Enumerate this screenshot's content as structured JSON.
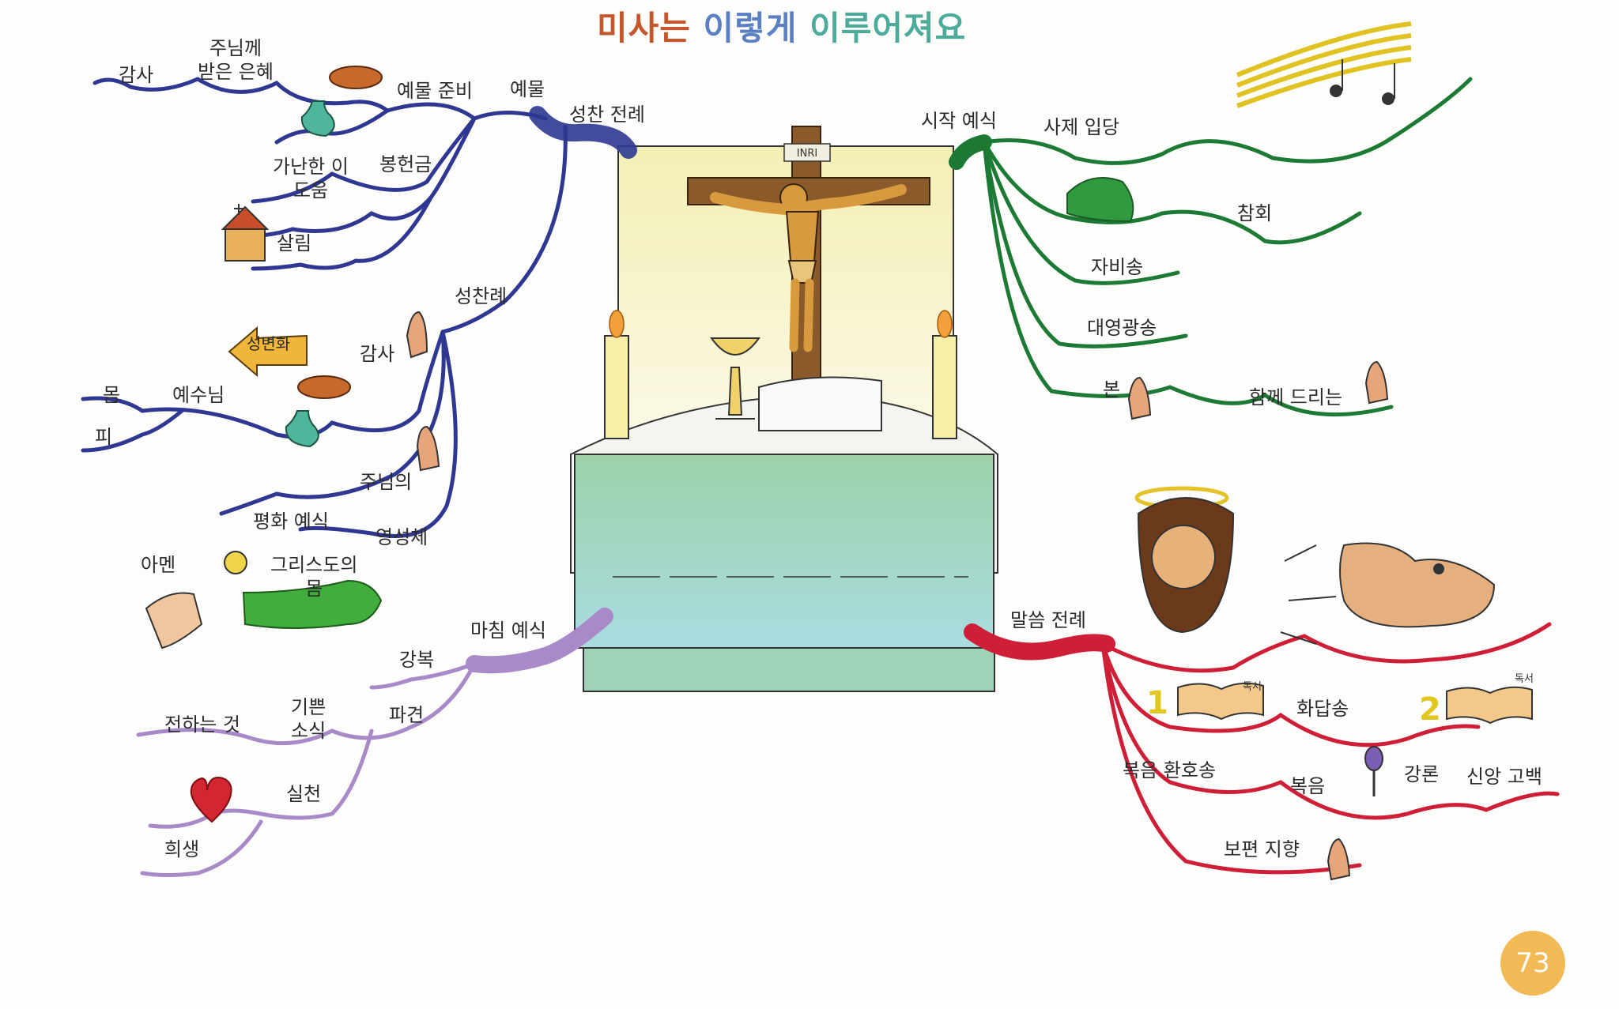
{
  "title": {
    "parts": [
      {
        "text": "미사는",
        "color": "#c4562b"
      },
      {
        "text": " 이렇게 ",
        "color": "#5a80c3"
      },
      {
        "text": "이루어져요",
        "color": "#4cab9a"
      }
    ]
  },
  "colors": {
    "eucharist_branch": "#2e3791",
    "intro_branch": "#1c7a34",
    "word_branch": "#cf1f38",
    "conclusion_branch": "#a98ac9"
  },
  "branches": {
    "eucharist": {
      "label": "성찬 전례",
      "offertory": {
        "label": "예물",
        "prep": "예물 준비",
        "gift": "주님께\n받은 은혜",
        "thanks": "감사",
        "offering": "봉헌금",
        "help": "가난한 이\n도움",
        "living": "살림"
      },
      "prayer": {
        "label": "성찬례",
        "thanks": "감사",
        "consecration": "성변화",
        "jesus": "예수님",
        "body": "몸",
        "blood": "피",
        "lords": "주님의",
        "peace": "평화 예식"
      },
      "communion": {
        "label": "영성체",
        "christ_body": "그리스도의\n몸",
        "amen": "아멘"
      }
    },
    "intro": {
      "label": "시작 예식",
      "entrance": "사제 입당",
      "penitence": "참회",
      "kyrie": "자비송",
      "gloria": "대영광송",
      "collect": "본",
      "together": "함께 드리는"
    },
    "word": {
      "label": "말씀 전례",
      "reading1_num": "1",
      "reading1": "독서",
      "psalm": "화답송",
      "reading2_num": "2",
      "reading2": "독서",
      "alleluia": "복음 환호송",
      "gospel": "복음",
      "homily": "강론",
      "creed": "신앙 고백",
      "intercessions": "보편 지향"
    },
    "conclusion": {
      "label": "마침 예식",
      "blessing": "강복",
      "dismissal": "파견",
      "good_news": "기쁜\n소식",
      "spreading": "전하는 것",
      "practice": "실천",
      "sacrifice": "희생"
    }
  },
  "altar_sign": "INRI",
  "page_number": "73"
}
